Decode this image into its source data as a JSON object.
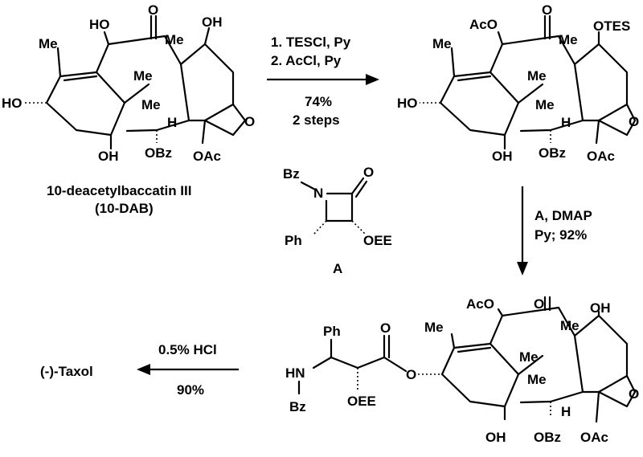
{
  "scheme": {
    "step1": {
      "conditions": [
        "1. TESCl, Py",
        "2. AcCl, Py"
      ],
      "yield": "74%",
      "steps": "2 steps"
    },
    "start_material": {
      "name": "10-deacetylbaccatin III",
      "abbr": "(10-DAB)"
    },
    "reagent_A": {
      "label": "A",
      "groups": [
        "Bz",
        "N",
        "O",
        "Ph",
        "OEE"
      ]
    },
    "step2": {
      "conditions": [
        "A, DMAP",
        "Py; 92%"
      ]
    },
    "step3": {
      "conditions": [
        "0.5% HCl",
        "90%"
      ]
    },
    "product": {
      "name": "(-)-Taxol"
    },
    "atom_labels": {
      "me": "Me",
      "ho": "HO",
      "oh": "OH",
      "o": "O",
      "h": "H",
      "obz": "OBz",
      "oac": "OAc",
      "aco": "AcO",
      "otes": "OTES",
      "ph": "Ph",
      "hn": "HN",
      "bz": "Bz",
      "oee": "OEE"
    }
  }
}
